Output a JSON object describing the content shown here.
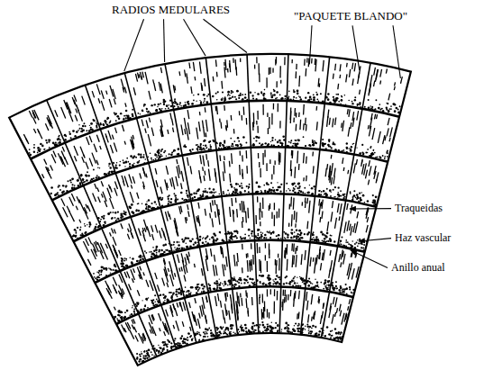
{
  "diagram": {
    "labels": [
      "RADIOS MEDULARES",
      "\"PAQUETE BLANDO\"",
      "Traqueidas",
      "Haz vascular",
      "Anillo anual"
    ]
  }
}
